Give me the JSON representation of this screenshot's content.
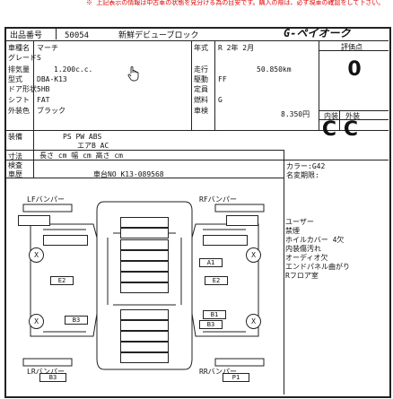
{
  "notice": "※ 上記表示の情報は中古車の状態を見分ける為の目安です。購入の際は、必ず現車の確認をして下さい。",
  "header": {
    "lot_label": "出品番号",
    "lot_number": "50054",
    "event": "新鮮デビューブロック",
    "brand": "G-ペイオーク"
  },
  "spec": {
    "name_label": "車種名",
    "name_value": "マーチ",
    "grade_label": "グレード",
    "grade_value": "S",
    "displacement_label": "排気量",
    "displacement_value": "1.200c.c.",
    "model_label": "型式",
    "model_value": "DBA-K13",
    "doors_label": "ドア形状",
    "doors_value": "5HB",
    "shift_label": "シフト",
    "shift_value": "FAT",
    "color_label": "外装色",
    "color_value": "ブラック",
    "year_label": "年式",
    "year_value": "R 2年 2月",
    "mileage_label": "走行",
    "mileage_value": "50.850km",
    "drive_label": "駆動",
    "drive_value": "FF",
    "capacity_label": "定員",
    "fuel_label": "燃料",
    "fuel_value": "G",
    "inspection_label": "車検",
    "price_value": "8.350円"
  },
  "score": {
    "label": "評価点",
    "value": "0",
    "interior_label": "内装",
    "exterior_label": "外装",
    "interior_value": "C",
    "exterior_value": "C"
  },
  "equipment": {
    "label": "装備",
    "items_row1": "PS    PW    ABS",
    "items_row2": "エアB   AC",
    "size_label": "寸法",
    "size_values": "長さ    cm  幅      cm  高さ      cm"
  },
  "inspection": {
    "label_top": "検査",
    "label_bottom": "車歴",
    "chassis": "車台NO K13-089568",
    "color_code": "カラー:G42",
    "remarks_label": "名変期限:"
  },
  "diagram": {
    "front_left_label": "LFバンパー",
    "front_right_label": "RFバンパー",
    "rear_left_label": "LRバンパー",
    "rear_right_label": "RRバンパー",
    "mark_a1_1": "A1",
    "mark_e2_1": "E2",
    "mark_e2_2": "E2",
    "mark_b3_1": "B3",
    "mark_b3_2": "B3",
    "mark_b1": "B1",
    "mark_p1": "P1",
    "tire_mark": "X"
  },
  "notes": {
    "line1": "ユーザー",
    "line2": "禁煙",
    "line3": "ホイルカバー 4欠",
    "line4": "内装傷汚れ",
    "line5": "オーディオ欠",
    "line6": "エンドパネル曲がり",
    "line7": "Rフロア室"
  }
}
